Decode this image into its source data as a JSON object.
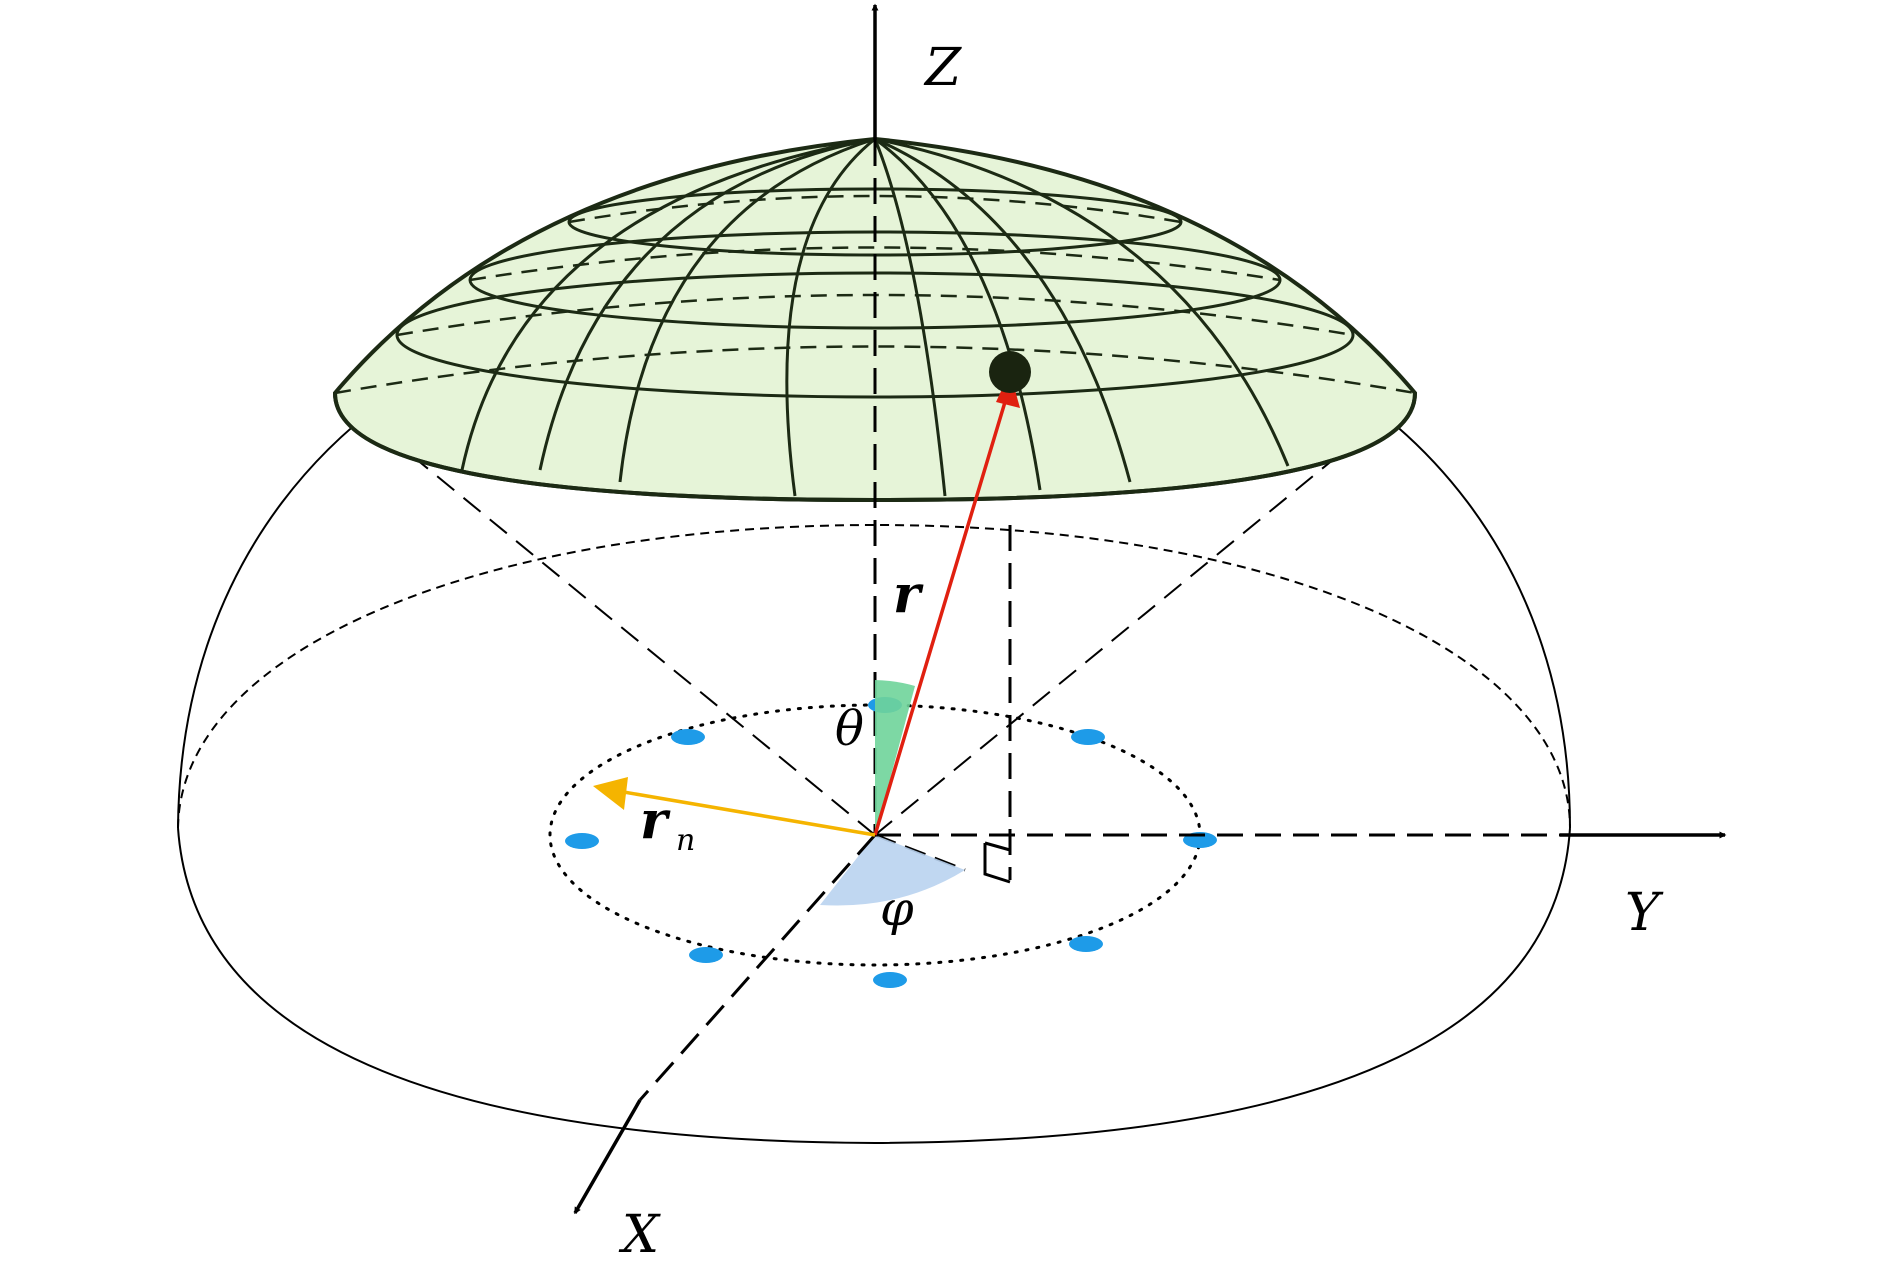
{
  "diagram": {
    "labels": {
      "z_axis": "Z",
      "y_axis": "Y",
      "x_axis": "X",
      "vector_r": "r",
      "vector_rn": "r",
      "vector_rn_subscript": "n",
      "polar_angle": "θ",
      "azimuth_angle": "φ"
    },
    "colors": {
      "cap_fill": "#e6f4d8",
      "grid_line": "#1c2a14",
      "vector_r": "#e02010",
      "vector_rn": "#f5b400",
      "theta_wedge": "#6fd49a",
      "phi_wedge": "#b9d3ef",
      "array_elements": "#1e9be8",
      "target_point": "#1a2410"
    },
    "array_element_count": 8
  }
}
